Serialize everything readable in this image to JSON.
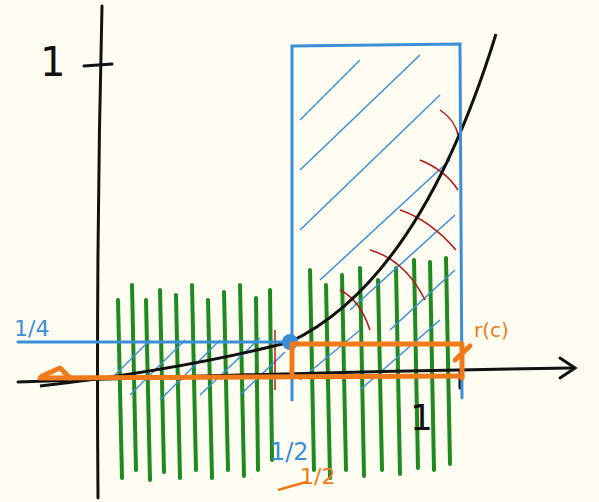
{
  "diagram": {
    "labels": [
      "1",
      "1/4",
      "1/2",
      "1",
      "1/2",
      "r(c)"
    ]
  }
}
